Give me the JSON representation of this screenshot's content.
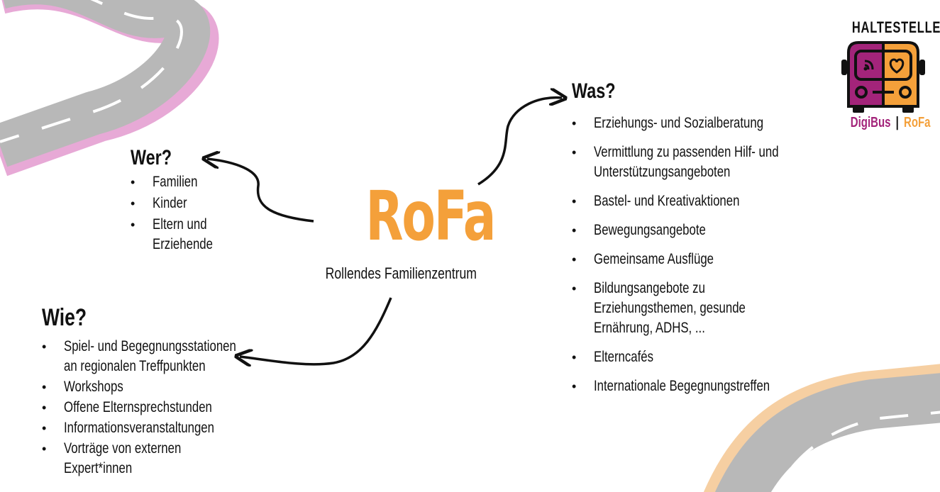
{
  "colors": {
    "accent_orange": "#f4a03a",
    "accent_purple": "#a3247a",
    "road_grey": "#b8b8b8",
    "road_pink": "#e7a9d6",
    "road_peach": "#f6cfa2",
    "text": "#111111"
  },
  "center": {
    "title": "RoFa",
    "subtitle": "Rollendes Familienzentrum"
  },
  "wer": {
    "heading": "Wer?",
    "items": [
      "Familien",
      "Kinder",
      "Eltern und\nErziehende"
    ]
  },
  "wie": {
    "heading": "Wie?",
    "items": [
      "Spiel- und Begegnungsstationen\nan regionalen Treffpunkten",
      "Workshops",
      "Offene Elternsprechstunden",
      "Informationsveranstaltungen",
      "Vorträge von externen\nExpert*innen"
    ]
  },
  "was": {
    "heading": "Was?",
    "items": [
      "Erziehungs- und Sozialberatung",
      "Vermittlung zu passenden Hilf- und\nUnterstützungsangeboten",
      "Bastel- und Kreativaktionen",
      "Bewegungsangebote",
      "Gemeinsame Ausflüge",
      "Bildungsangebote zu\nErziehungsthemen, gesunde\nErnährung, ADHS, ...",
      "Elterncafés",
      "Internationale Begegnungstreffen"
    ]
  },
  "logo": {
    "top_text": "HALTESTELLE",
    "left_text": "DigiBus",
    "separator": "|",
    "right_text": "RoFa",
    "icons": [
      "wifi-icon",
      "heart-icon"
    ]
  }
}
